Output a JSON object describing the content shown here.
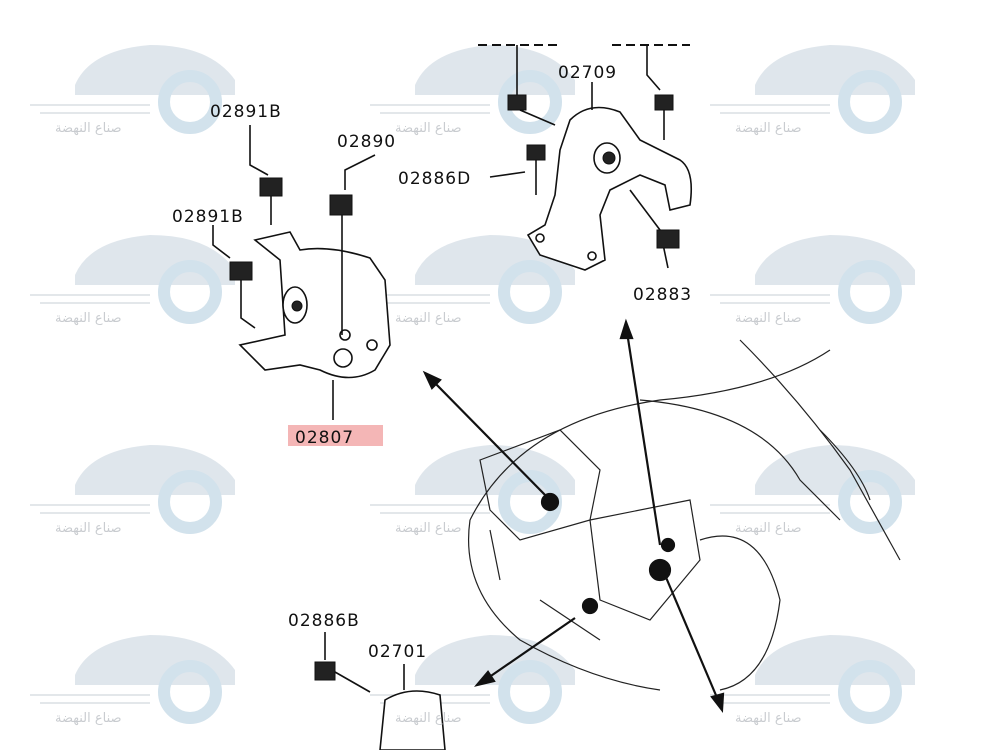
{
  "watermark": {
    "text": "صناع النهضة"
  },
  "labels": {
    "p02709": "02709",
    "p02891B_top": "02891B",
    "p02890": "02890",
    "p02886D": "02886D",
    "p02891B_left": "02891B",
    "p02883": "02883",
    "p02807": "02807",
    "p02886B": "02886B",
    "p02701": "02701"
  },
  "highlight": {
    "part": "02807",
    "color": "#f4b6b6"
  }
}
